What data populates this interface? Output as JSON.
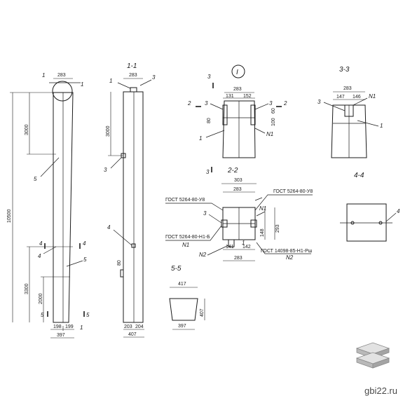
{
  "brand": {
    "site": "gbi22.ru",
    "logo_icon": "stacked-slabs-icon",
    "accent": "#9a9a9a"
  },
  "labels": {
    "sec_1_1": "1-1",
    "sec_2_2": "2-2",
    "sec_3_3": "3-3",
    "sec_4_4": "4-4",
    "sec_5_5": "5-5",
    "sec_roman": "I",
    "mark_1": "1",
    "mark_2": "2",
    "mark_3": "3",
    "mark_4": "4",
    "mark_5": "5"
  },
  "dims": {
    "d283": "283",
    "d3000": "3000",
    "d10500": "10500",
    "d3300": "3300",
    "d2000": "2000",
    "d198": "198",
    "d199": "199",
    "d397": "397",
    "d203": "203",
    "d204": "204",
    "d407": "407",
    "d80": "80",
    "d131": "131",
    "d152": "152",
    "d100": "100",
    "d60": "60",
    "d303": "303",
    "d148": "148",
    "d141": "141",
    "d142": "142",
    "d293": "293",
    "d147": "147",
    "d146": "146",
    "d417": "417"
  },
  "notes": {
    "gost_a": "ГОСТ 5264-80-У8",
    "gost_b": "ГОСТ 5264-80-У8",
    "gost_c": "ГОСТ 5264-80-Н1-Б",
    "gost_d": "ГОСТ 14098-85-Н1-Рш",
    "n1": "N1",
    "n2": "N2"
  }
}
